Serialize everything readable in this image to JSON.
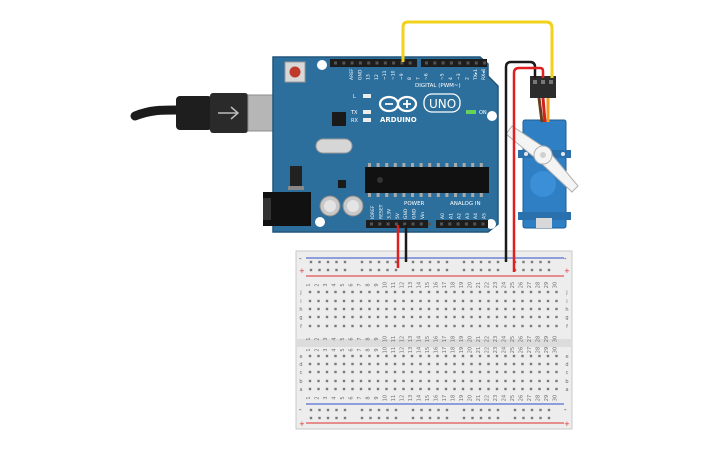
{
  "board": {
    "brand": "ARDUINO",
    "model": "UNO",
    "digital_label": "DIGITAL (PWM~)",
    "power_label": "POWER",
    "analog_label": "ANALOG IN",
    "on_label": "ON",
    "led_labels": [
      "L",
      "TX",
      "RX"
    ],
    "digital_pins": [
      "AREF",
      "GND",
      "13",
      "12",
      "~11",
      "~10",
      "~9",
      "8",
      "7",
      "~6",
      "~5",
      "4",
      "~3",
      "2",
      "TX▸1",
      "RX◂0"
    ],
    "power_pins": [
      "IOREF",
      "RESET",
      "3.3V",
      "5V",
      "GND",
      "GND",
      "Vin"
    ],
    "analog_pins": [
      "A0",
      "A1",
      "A2",
      "A3",
      "A4",
      "A5"
    ]
  },
  "breadboard": {
    "columns": 30,
    "rows_top": [
      "j",
      "i",
      "h",
      "g",
      "f"
    ],
    "rows_bottom": [
      "e",
      "d",
      "c",
      "b",
      "a"
    ],
    "rail_plus": "+",
    "rail_minus": "-"
  },
  "wires": [
    {
      "name": "signal-wire",
      "color": "#f2d21b",
      "from": "pin ~9",
      "to": "servo signal"
    },
    {
      "name": "servo-ground-wire",
      "color": "#1a1a1a",
      "from": "servo ground",
      "to": "breadboard ground rail"
    },
    {
      "name": "servo-power-wire",
      "color": "#e02020",
      "from": "servo power",
      "to": "breadboard power rail"
    },
    {
      "name": "arduino-5v-wire",
      "color": "#e02020",
      "from": "5V",
      "to": "breadboard power rail"
    },
    {
      "name": "arduino-gnd-wire",
      "color": "#1a1a1a",
      "from": "GND",
      "to": "breadboard ground rail"
    }
  ],
  "colors": {
    "board": "#2d6f9c",
    "servo": "#2f7fc4",
    "breadboard": "#ededed",
    "rail_red": "#e03030",
    "rail_blue": "#3050c8"
  }
}
